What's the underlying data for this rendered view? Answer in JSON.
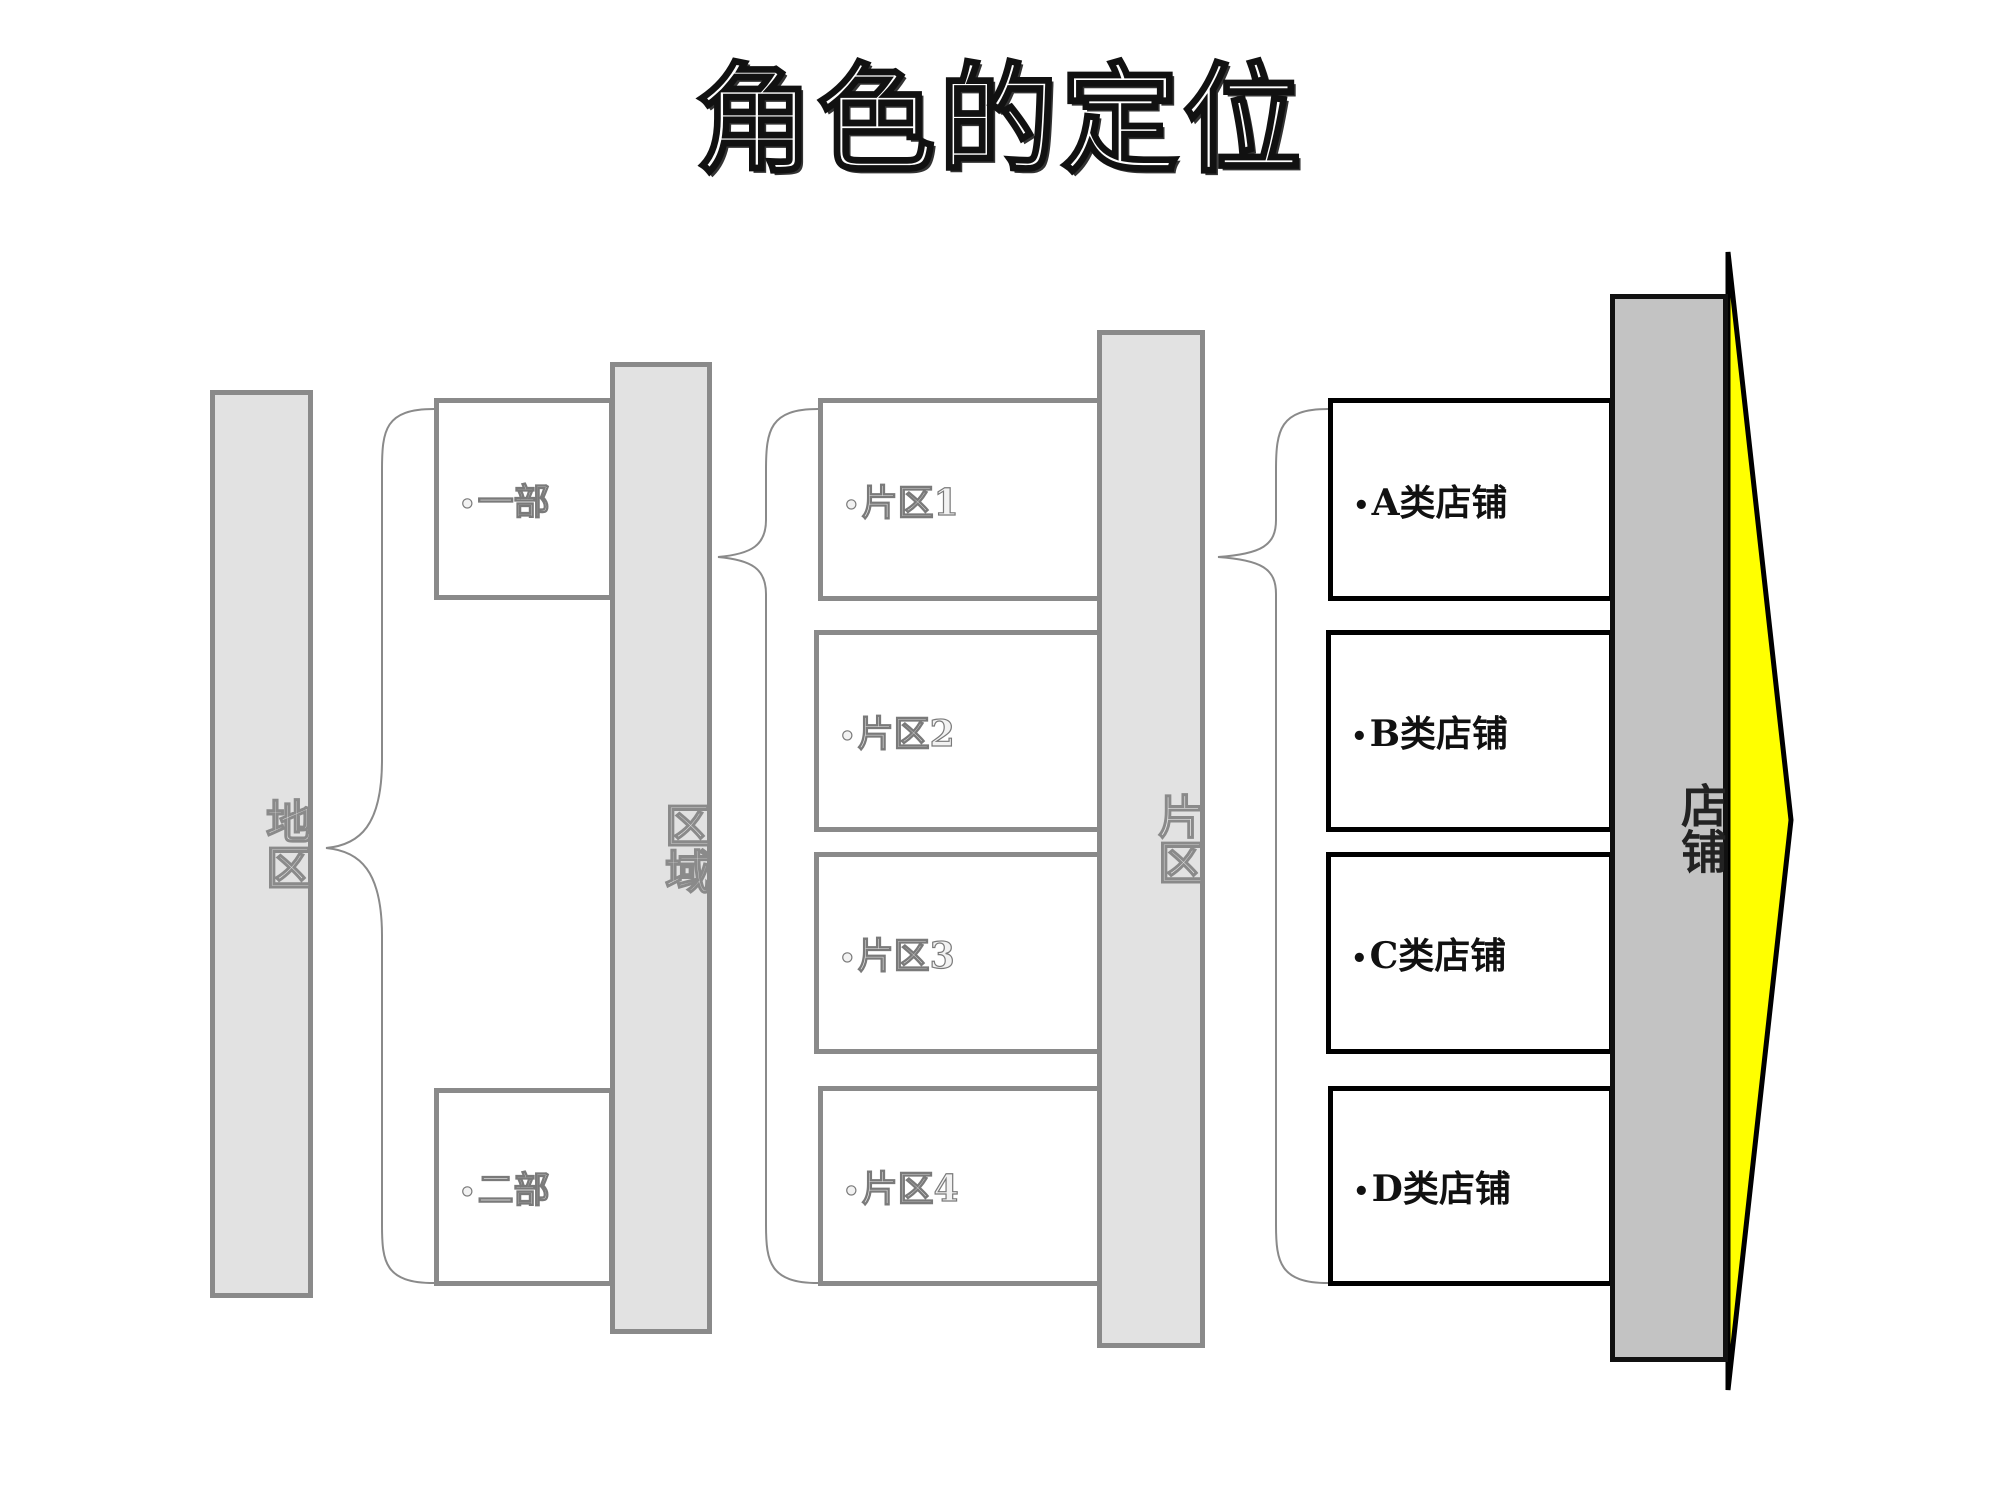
{
  "title": "角色的定位",
  "pillars": {
    "region": "地区",
    "area": "区域",
    "district": "片区",
    "store": "店铺"
  },
  "departments": [
    {
      "bullet": "•",
      "label": "一部"
    },
    {
      "bullet": "•",
      "label": "二部"
    }
  ],
  "districts": [
    {
      "bullet": "•",
      "label": "片区1"
    },
    {
      "bullet": "•",
      "label": "片区2"
    },
    {
      "bullet": "•",
      "label": "片区3"
    },
    {
      "bullet": "•",
      "label": "片区4"
    }
  ],
  "store_types": [
    {
      "bullet": "•",
      "label": "A类店铺"
    },
    {
      "bullet": "•",
      "label": "B类店铺"
    },
    {
      "bullet": "•",
      "label": "C类店铺"
    },
    {
      "bullet": "•",
      "label": "D类店铺"
    }
  ],
  "colors": {
    "arrow_fill": "#ffff00",
    "grey_border": "#8a8a8a",
    "pillar_fill": "#e2e2e2",
    "store_pillar_fill": "#c3c3c3",
    "black_border": "#000000"
  }
}
